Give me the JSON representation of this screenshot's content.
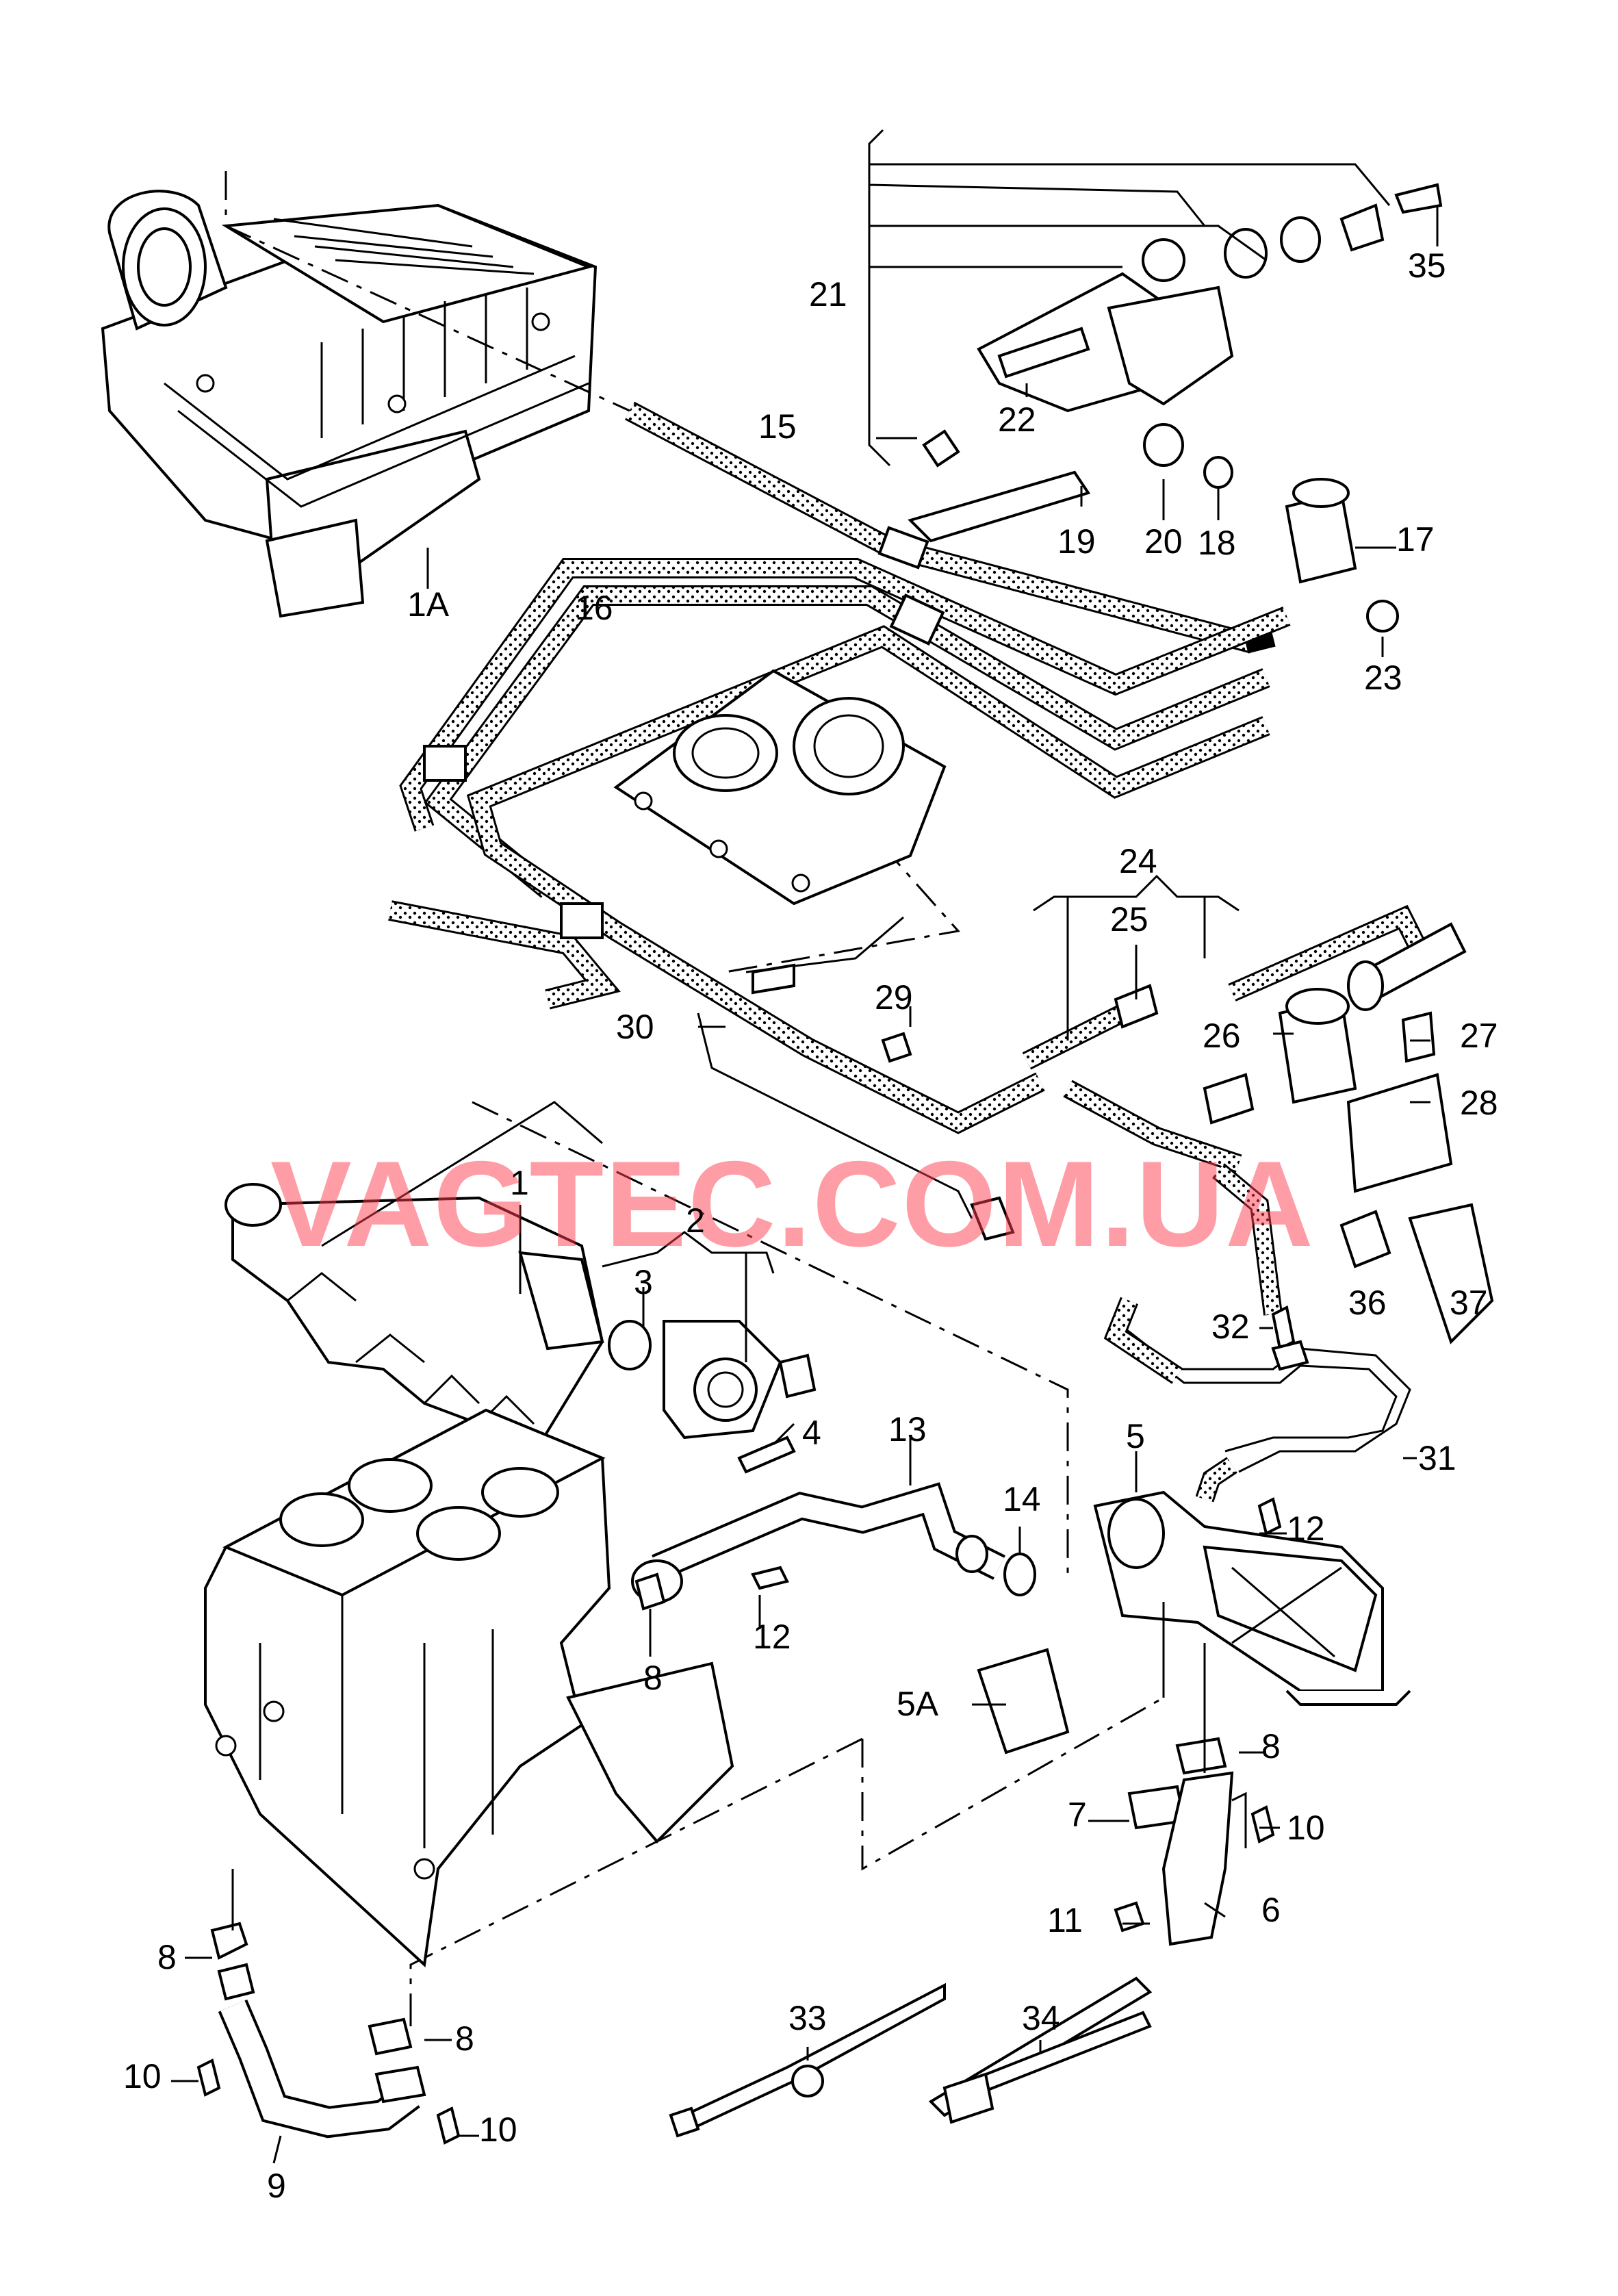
{
  "watermark": "VAGTEC.COM.UA",
  "callouts": [
    {
      "id": "1A",
      "text": "1A"
    },
    {
      "id": "1",
      "text": "1"
    },
    {
      "id": "2",
      "text": "2"
    },
    {
      "id": "3",
      "text": "3"
    },
    {
      "id": "4",
      "text": "4"
    },
    {
      "id": "5",
      "text": "5"
    },
    {
      "id": "5A",
      "text": "5A"
    },
    {
      "id": "6",
      "text": "6"
    },
    {
      "id": "7",
      "text": "7"
    },
    {
      "id": "8a",
      "text": "8"
    },
    {
      "id": "8b",
      "text": "8"
    },
    {
      "id": "8c",
      "text": "8"
    },
    {
      "id": "8d",
      "text": "8"
    },
    {
      "id": "9",
      "text": "9"
    },
    {
      "id": "10a",
      "text": "10"
    },
    {
      "id": "10b",
      "text": "10"
    },
    {
      "id": "10c",
      "text": "10"
    },
    {
      "id": "11",
      "text": "11"
    },
    {
      "id": "12a",
      "text": "12"
    },
    {
      "id": "12b",
      "text": "12"
    },
    {
      "id": "13",
      "text": "13"
    },
    {
      "id": "14",
      "text": "14"
    },
    {
      "id": "15",
      "text": "15"
    },
    {
      "id": "16",
      "text": "16"
    },
    {
      "id": "17",
      "text": "17"
    },
    {
      "id": "18",
      "text": "18"
    },
    {
      "id": "19",
      "text": "19"
    },
    {
      "id": "20",
      "text": "20"
    },
    {
      "id": "21",
      "text": "21"
    },
    {
      "id": "22",
      "text": "22"
    },
    {
      "id": "23",
      "text": "23"
    },
    {
      "id": "24",
      "text": "24"
    },
    {
      "id": "25",
      "text": "25"
    },
    {
      "id": "26",
      "text": "26"
    },
    {
      "id": "27",
      "text": "27"
    },
    {
      "id": "28",
      "text": "28"
    },
    {
      "id": "29",
      "text": "29"
    },
    {
      "id": "30",
      "text": "30"
    },
    {
      "id": "31",
      "text": "31"
    },
    {
      "id": "32",
      "text": "32"
    },
    {
      "id": "33",
      "text": "33"
    },
    {
      "id": "34",
      "text": "34"
    },
    {
      "id": "35",
      "text": "35"
    },
    {
      "id": "36",
      "text": "36"
    },
    {
      "id": "37",
      "text": "37"
    }
  ]
}
